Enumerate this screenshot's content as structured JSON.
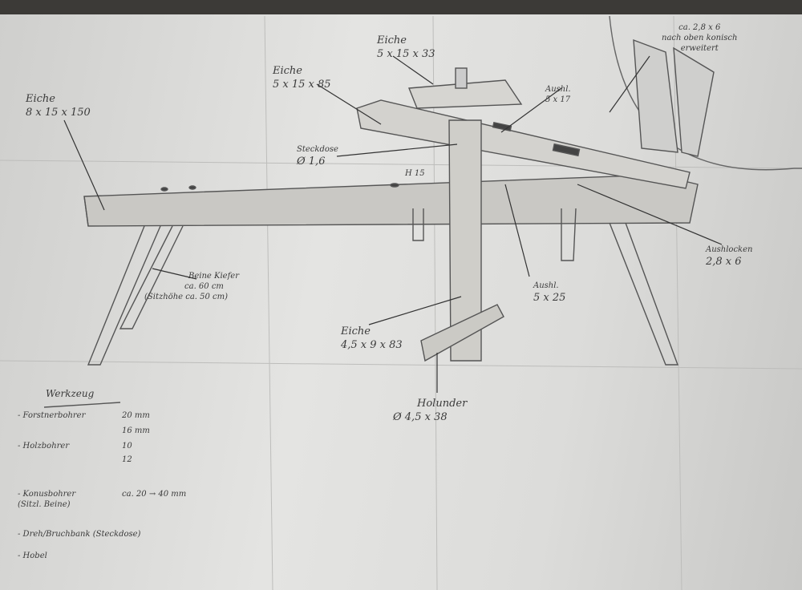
{
  "labels": {
    "seat": {
      "wood": "Eiche",
      "dim": "8 x 15 x 150"
    },
    "arm": {
      "wood": "Eiche",
      "dim": "5 x 15 x 85"
    },
    "jaw": {
      "wood": "Eiche",
      "dim": "5 x 15 x 33"
    },
    "mortise_top": {
      "name": "Aushl.",
      "dim": "5 x 17"
    },
    "pin": {
      "name": "Steckdose",
      "dim": "Ø 1,6"
    },
    "pin_mark": "H 15",
    "detail": {
      "dim": "ca. 2,8 x 6",
      "note1": "nach oben konisch",
      "note2": "erweitert"
    },
    "mortise_side": {
      "name": "Aushlocken",
      "dim": "2,8 x 6"
    },
    "legs": {
      "name": "Beine Kiefer",
      "len": "ca. 60 cm",
      "note": "(Sitzhöhe ca. 50 cm)"
    },
    "mortise_mid": {
      "name": "Aushl.",
      "dim": "5 x 25"
    },
    "post": {
      "wood": "Eiche",
      "dim": "4,5 x 9 x 83"
    },
    "pedal": {
      "wood": "Holunder",
      "dim": "Ø 4,5 x 38"
    }
  },
  "tools": {
    "title": "Werkzeug",
    "items": [
      {
        "name": "- Forstnerbohrer",
        "size": "20 mm"
      },
      {
        "name": "",
        "size": "16 mm"
      },
      {
        "name": "- Holzbohrer",
        "size": "10"
      },
      {
        "name": "",
        "size": "12"
      },
      {
        "name": "- Konusbohrer",
        "size": "ca. 20 → 40 mm"
      },
      {
        "name": "(Sitzl. Beine)",
        "size": ""
      },
      {
        "name": "- Dreh/Bruchbank (Steckdose)",
        "size": ""
      },
      {
        "name": "- Hobel",
        "size": ""
      }
    ]
  }
}
